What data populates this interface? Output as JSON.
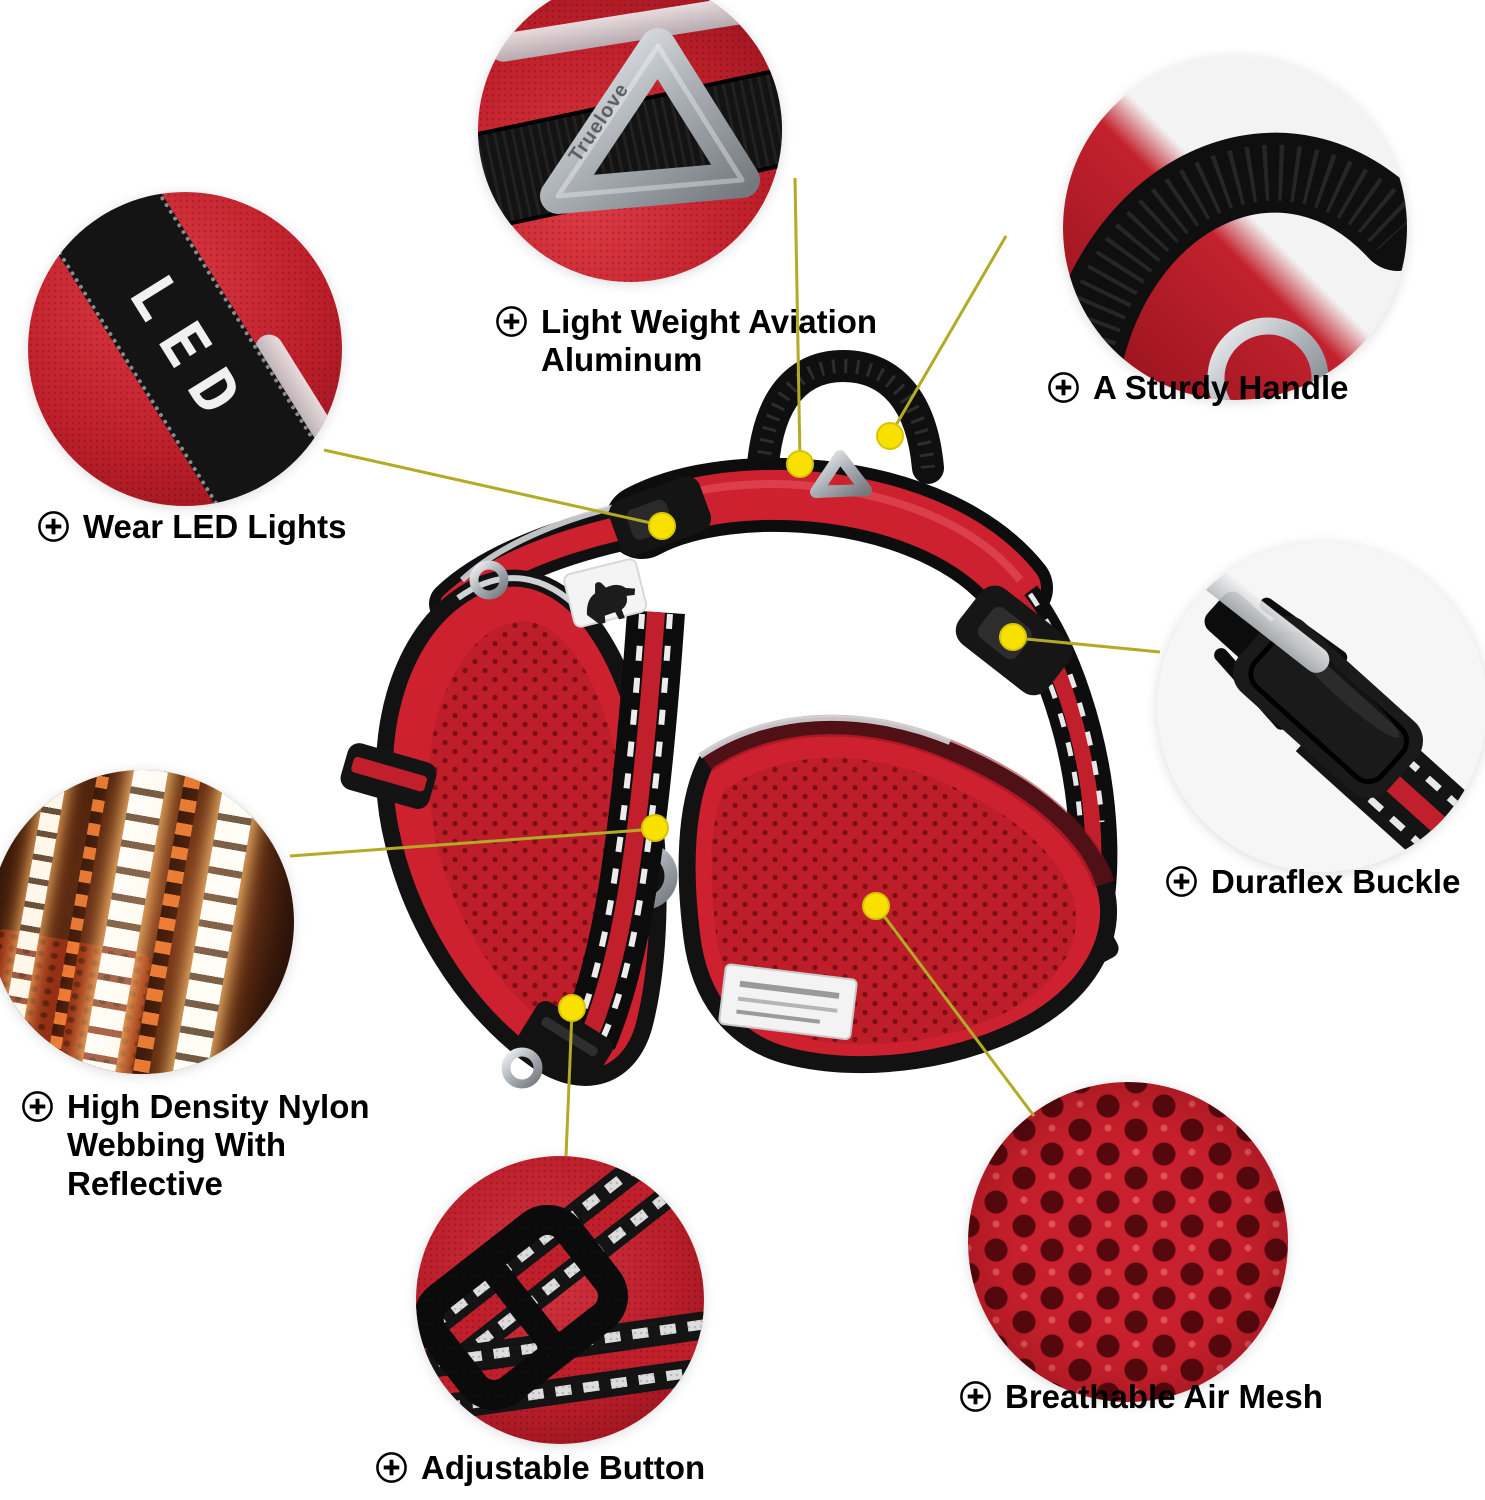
{
  "features": [
    {
      "label": "Light Weight Aviation Aluminum"
    },
    {
      "label": "A Sturdy Handle"
    },
    {
      "label": "Wear LED Lights"
    },
    {
      "label": "Duraflex Buckle"
    },
    {
      "label": "High Density Nylon Webbing With Reflective"
    },
    {
      "label": "Breathable Air Mesh"
    },
    {
      "label": "Adjustable Button"
    }
  ],
  "texts": {
    "led_webbing": "LED",
    "dring_brand": "Truelove"
  },
  "icons": {
    "bullet": "plus-circle-icon"
  },
  "colors": {
    "harness_red": "#ce2130",
    "strap_black": "#141414",
    "callout_line": "#b3aa26",
    "callout_dot": "#f8e000",
    "metal_silver": "#aab0b6",
    "background": "#ffffff"
  }
}
